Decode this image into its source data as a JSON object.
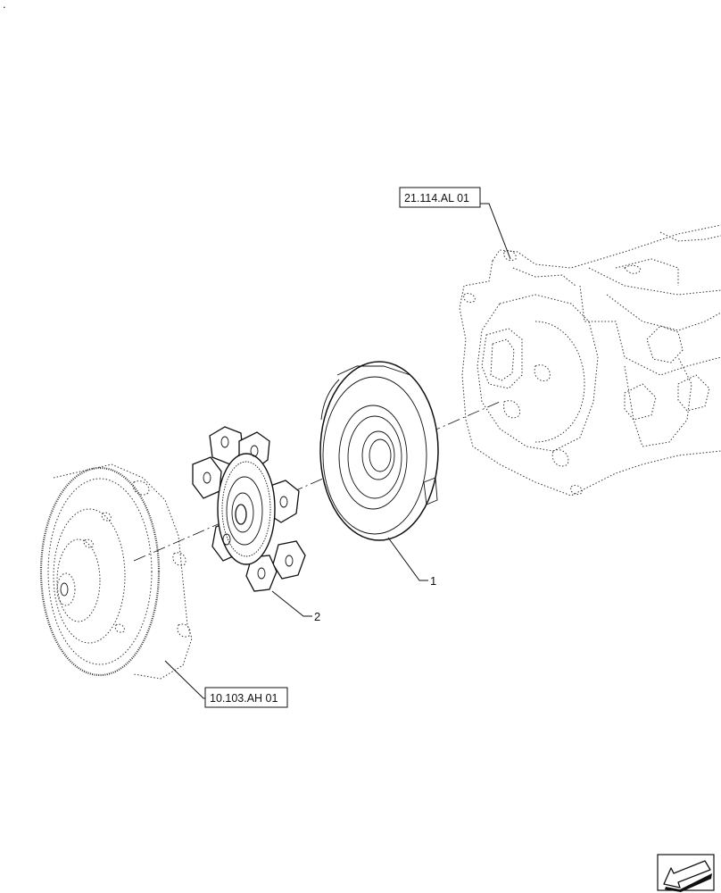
{
  "references": {
    "transmission_ref": "21.114.AL 01",
    "engine_ref": "10.103.AH 01"
  },
  "callouts": {
    "pressure_plate": "1",
    "clutch_disc": "2"
  },
  "corner_mark": "."
}
